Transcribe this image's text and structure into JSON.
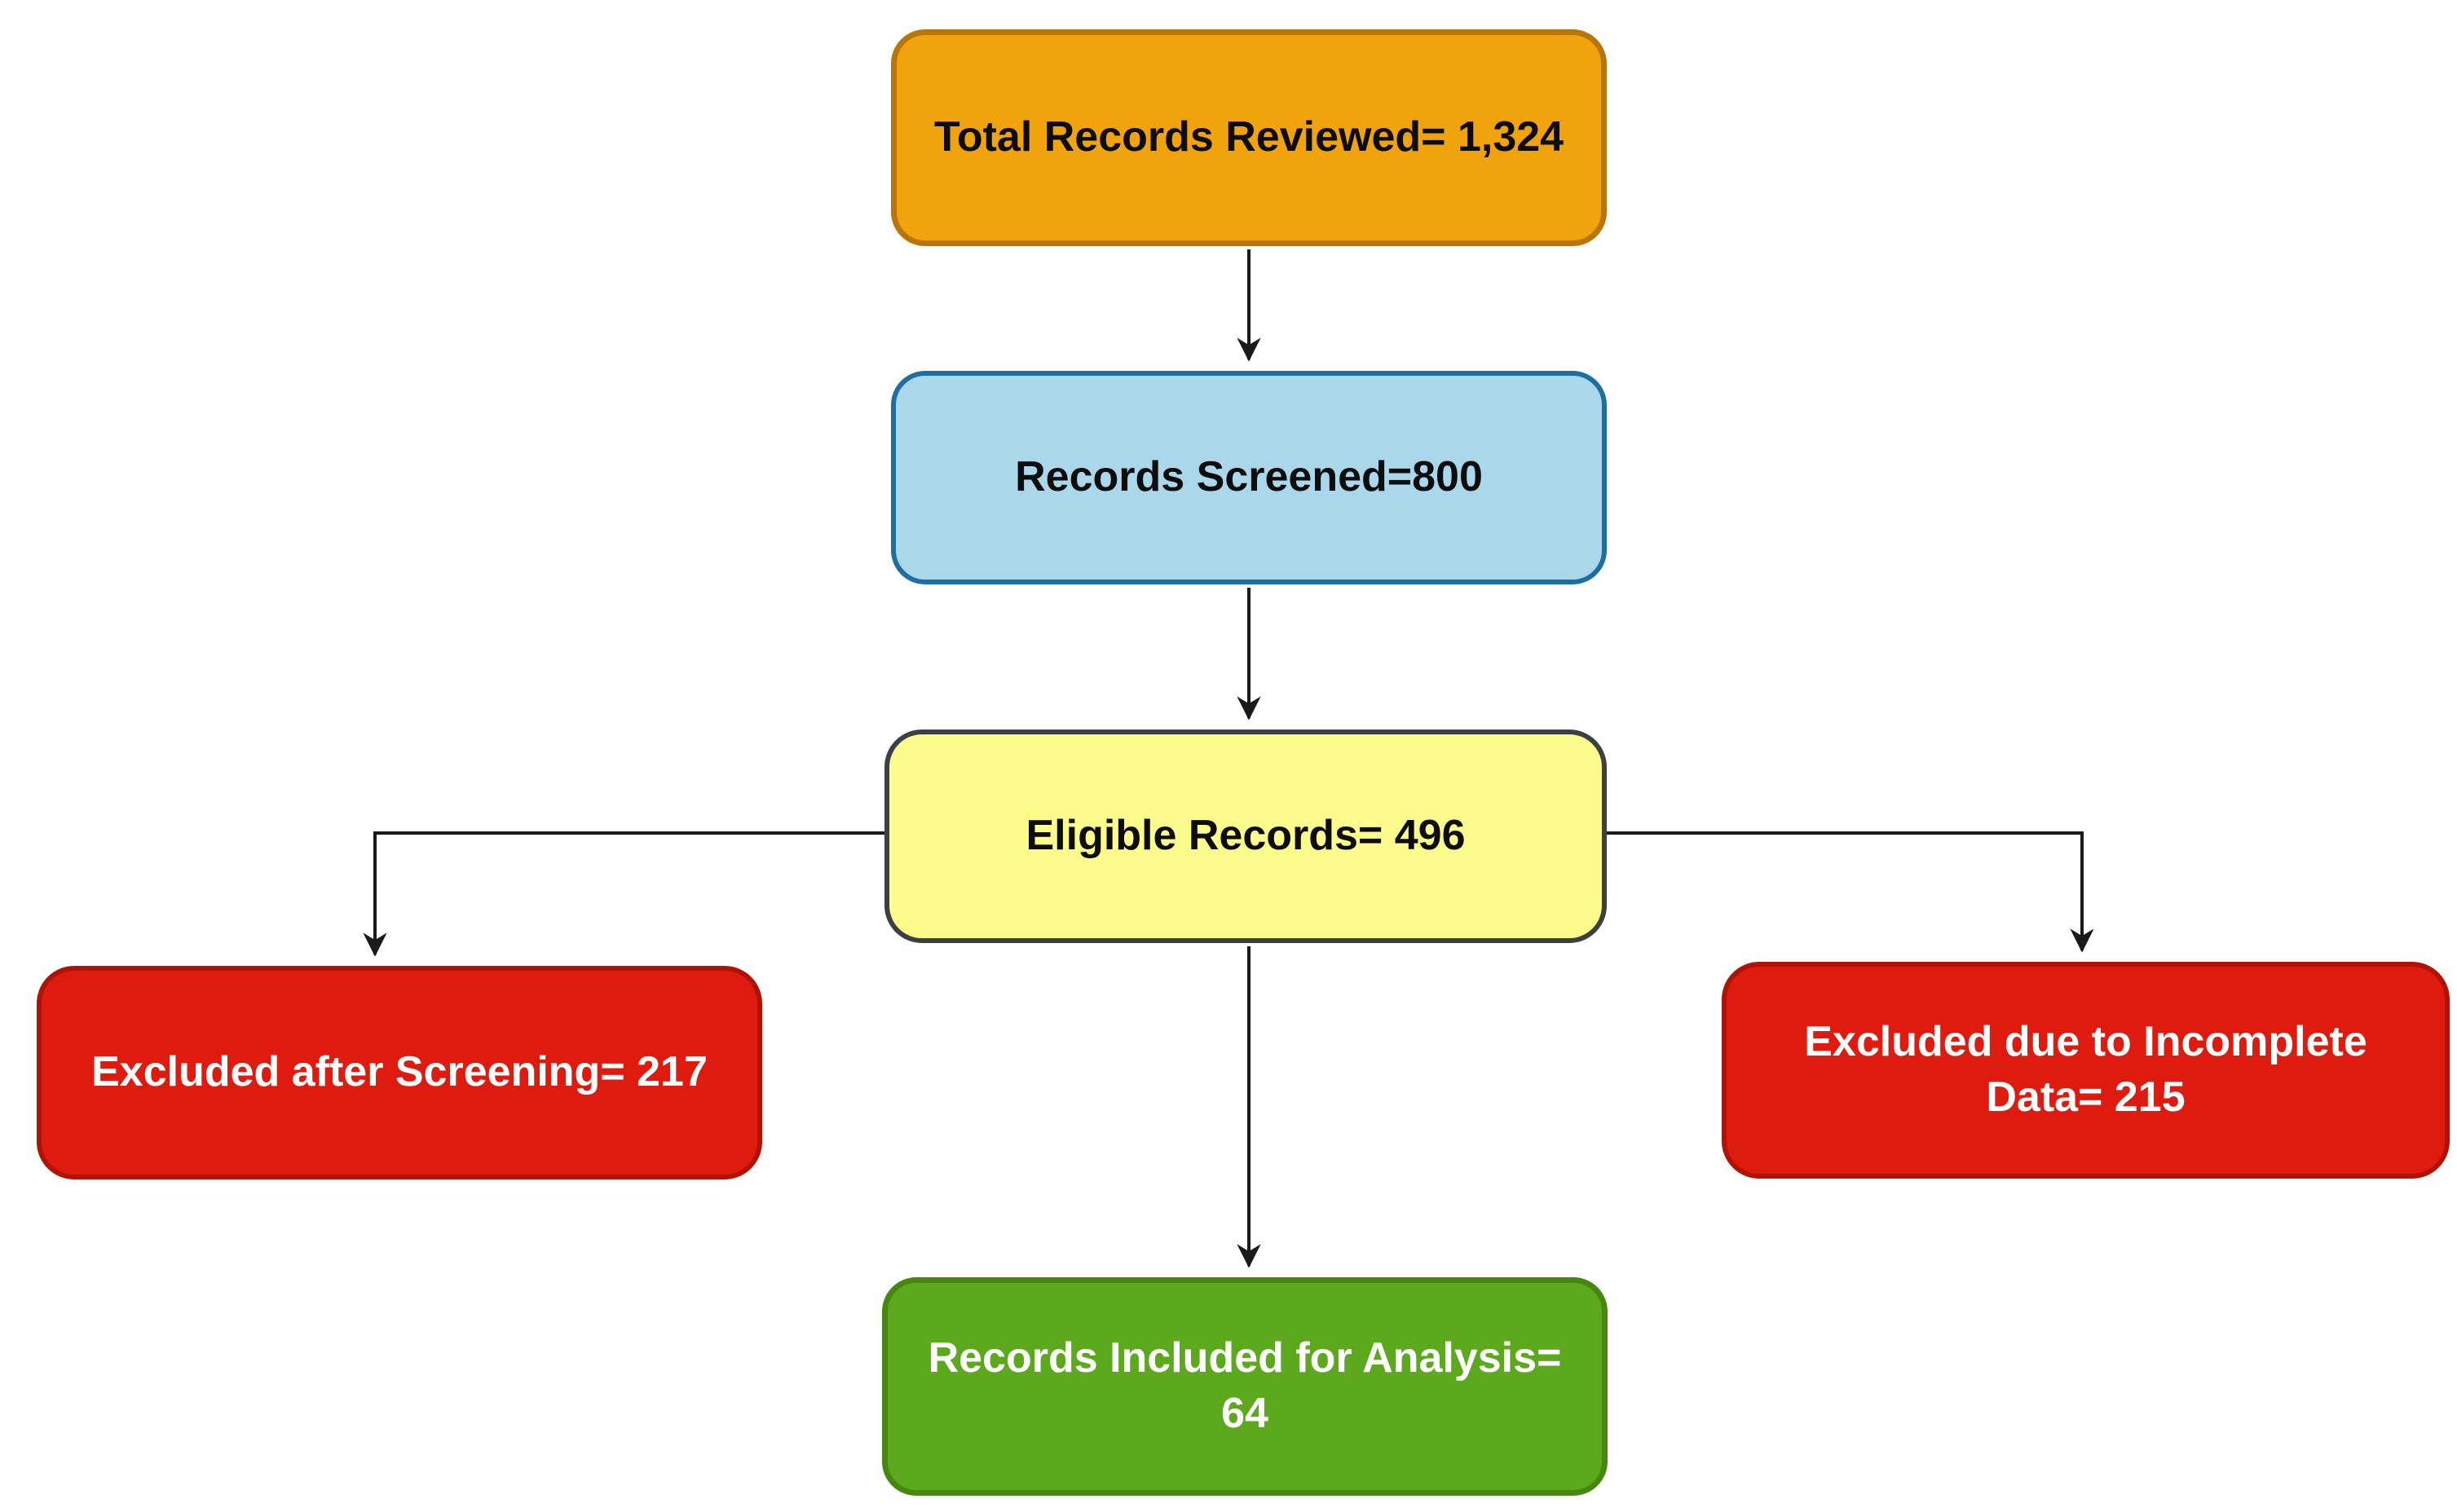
{
  "page": {
    "background": "#FFFFFF"
  },
  "diagram": {
    "type": "flowchart",
    "edge_color": "#1A1A1A",
    "nodes": {
      "total": {
        "label": "Total Records Reviewed= 1,324",
        "value": 1324,
        "fill": "#F0A30C",
        "border": "#B97607",
        "text_color": "#0D0D0D"
      },
      "screened": {
        "label": "Records Screened=800",
        "value": 800,
        "fill": "#ABD7EB",
        "border": "#1D6FA0",
        "text_color": "#0D0D0D"
      },
      "eligible": {
        "label": "Eligible Records= 496",
        "value": 496,
        "fill": "#FCFC8C",
        "border": "#3C4043",
        "text_color": "#0D0D0D"
      },
      "excluded_screening": {
        "label": "Excluded after Screening= 217",
        "value": 217,
        "fill": "#DF1A0E",
        "border": "#B01205",
        "text_color": "#FFFFFF"
      },
      "excluded_incomplete": {
        "label": "Excluded due to Incomplete Data= 215",
        "value": 215,
        "fill": "#DF1A0E",
        "border": "#B01205",
        "text_color": "#FFFFFF"
      },
      "included": {
        "label": "Records Included for Analysis= 64",
        "value": 64,
        "fill": "#5CA91D",
        "border": "#478710",
        "text_color": "#FFFFFF"
      }
    },
    "edges": [
      {
        "from": "total",
        "to": "screened"
      },
      {
        "from": "screened",
        "to": "eligible"
      },
      {
        "from": "eligible",
        "to": "excluded_screening"
      },
      {
        "from": "eligible",
        "to": "excluded_incomplete"
      },
      {
        "from": "eligible",
        "to": "included"
      }
    ]
  }
}
